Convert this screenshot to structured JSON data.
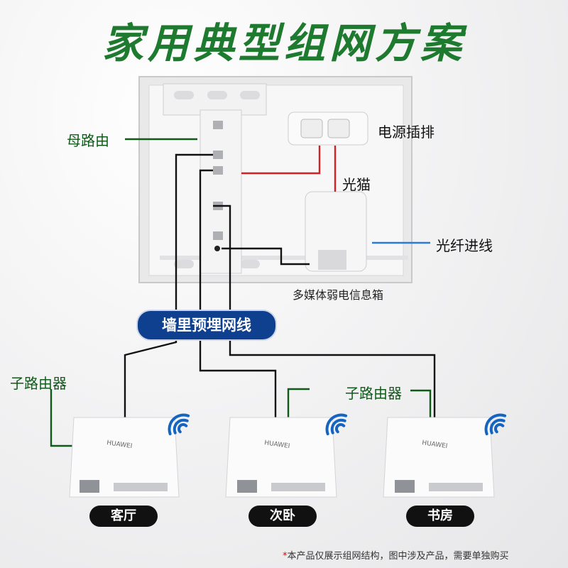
{
  "title": "家用典型组网方案",
  "labels": {
    "main_router": "母路由",
    "power_strip": "电源插排",
    "optical_modem": "光猫",
    "fiber_in": "光纤进线",
    "box_name": "多媒体弱电信息箱",
    "wall_cable": "墙里预埋网线",
    "sub_router_left": "子路由器",
    "sub_router_right": "子路由器"
  },
  "devices": [
    {
      "brand": "HUAWEI",
      "room": "客厅"
    },
    {
      "brand": "HUAWEI",
      "room": "次卧"
    },
    {
      "brand": "HUAWEI",
      "room": "书房"
    }
  ],
  "footnote": {
    "star": "*",
    "text": "本产品仅展示组网结构，图中涉及产品，需要单独购买"
  },
  "colors": {
    "title_green": "#1e7a2e",
    "pill_blue": "#0f3f8f",
    "power_line_red": "#d42020",
    "fiber_blue": "#2a7ad6",
    "wifi_blue": "#1565c0"
  },
  "icons": [
    "wifi-signal-icon",
    "ethernet-port-icon",
    "power-socket-icon"
  ]
}
